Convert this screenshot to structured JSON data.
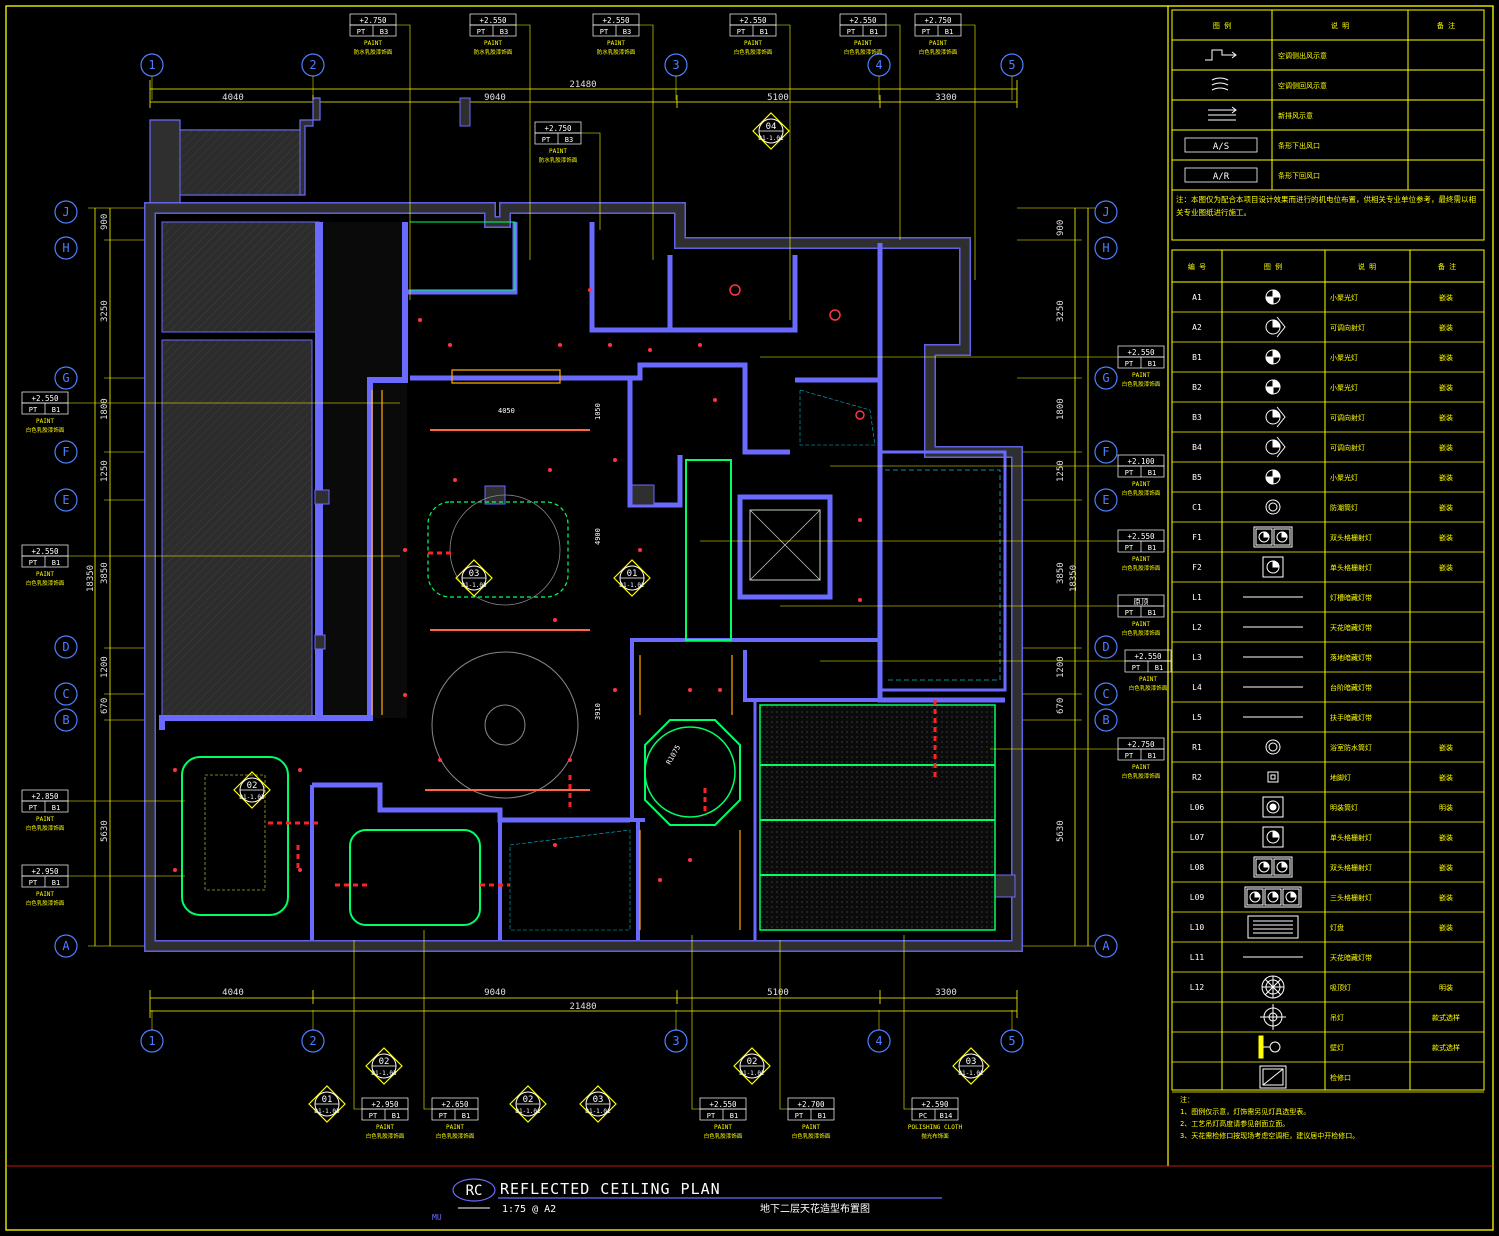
{
  "drawing": {
    "title": "REFLECTED CEILING PLAN",
    "title_code": "RC",
    "scale": "1:75 @ A2",
    "chinese_title": "地下二层天花造型布置图",
    "corner_mark": "MU",
    "overall_dimension": "21480",
    "bays_top": [
      "4040",
      "9040",
      "5100",
      "3300"
    ],
    "left_dims": [
      "900",
      "3250",
      "1800",
      "1250",
      "3850",
      "1200",
      "670",
      "5630"
    ],
    "total_vertical": "18350",
    "room_dims": [
      "4050",
      "1050",
      "4900",
      "3910",
      "R1075"
    ],
    "grid_numbers": [
      "1",
      "2",
      "3",
      "4",
      "5"
    ],
    "grid_letters": [
      "J",
      "H",
      "G",
      "F",
      "E",
      "D",
      "C",
      "B",
      "A"
    ],
    "section_marks": [
      {
        "no": "04",
        "ref": "D1-1.01"
      },
      {
        "no": "03",
        "ref": "D1-1.03"
      },
      {
        "no": "01",
        "ref": "D1-1.02"
      },
      {
        "no": "02",
        "ref": "D1-1.03"
      },
      {
        "no": "02",
        "ref": "D1-1.03"
      },
      {
        "no": "01",
        "ref": "D1-1.03"
      },
      {
        "no": "02",
        "ref": "D1-1.01"
      },
      {
        "no": "03",
        "ref": "D1-1.01"
      },
      {
        "no": "02",
        "ref": "D1-1.02"
      },
      {
        "no": "03",
        "ref": "D1-1.02"
      }
    ],
    "tags_top": [
      {
        "level": "+2.750",
        "code": "PT",
        "ref": "B3",
        "finish": "PAINT",
        "note": "防水乳胶漆饰面"
      },
      {
        "level": "+2.550",
        "code": "PT",
        "ref": "B3",
        "finish": "PAINT",
        "note": "防水乳胶漆饰面"
      },
      {
        "level": "+2.550",
        "code": "PT",
        "ref": "B3",
        "finish": "PAINT",
        "note": "防水乳胶漆饰面"
      },
      {
        "level": "+2.550",
        "code": "PT",
        "ref": "B1",
        "finish": "PAINT",
        "note": "白色乳胶漆饰面"
      },
      {
        "level": "+2.550",
        "code": "PT",
        "ref": "B1",
        "finish": "PAINT",
        "note": "白色乳胶漆饰面"
      },
      {
        "level": "+2.750",
        "code": "PT",
        "ref": "B1",
        "finish": "PAINT",
        "note": "白色乳胶漆饰面"
      }
    ],
    "tags_left": [
      {
        "level": "+2.550",
        "code": "PT",
        "ref": "B1",
        "finish": "PAINT",
        "note": "白色乳胶漆饰面"
      },
      {
        "level": "+2.550",
        "code": "PT",
        "ref": "B1",
        "finish": "PAINT",
        "note": "白色乳胶漆饰面"
      },
      {
        "level": "+2.850",
        "code": "PT",
        "ref": "B1",
        "finish": "PAINT",
        "note": "白色乳胶漆饰面"
      },
      {
        "level": "+2.950",
        "code": "PT",
        "ref": "B1",
        "finish": "PAINT",
        "note": "白色乳胶漆饰面"
      }
    ],
    "tags_right": [
      {
        "level": "+2.550",
        "code": "PT",
        "ref": "B1",
        "finish": "PAINT",
        "note": "白色乳胶漆饰面"
      },
      {
        "level": "+2.100",
        "code": "PT",
        "ref": "B1",
        "finish": "PAINT",
        "note": "白色乳胶漆饰面"
      },
      {
        "level": "+2.550",
        "code": "PT",
        "ref": "B1",
        "finish": "PAINT",
        "note": "白色乳胶漆饰面"
      },
      {
        "level": "原顶",
        "code": "PT",
        "ref": "B1",
        "finish": "PAINT",
        "note": "白色乳胶漆饰面"
      },
      {
        "level": "+2.550",
        "code": "PT",
        "ref": "B1",
        "finish": "PAINT",
        "note": "白色乳胶漆饰面"
      },
      {
        "level": "+2.750",
        "code": "PT",
        "ref": "B1",
        "finish": "PAINT",
        "note": "白色乳胶漆饰面"
      }
    ],
    "tags_bottom": [
      {
        "level": "+2.950",
        "code": "PT",
        "ref": "B1",
        "finish": "PAINT",
        "note": "白色乳胶漆饰面"
      },
      {
        "level": "+2.650",
        "code": "PT",
        "ref": "B1",
        "finish": "PAINT",
        "note": "白色乳胶漆饰面"
      },
      {
        "level": "+2.550",
        "code": "PT",
        "ref": "B1",
        "finish": "PAINT",
        "note": "白色乳胶漆饰面"
      },
      {
        "level": "+2.700",
        "code": "PT",
        "ref": "B1",
        "finish": "PAINT",
        "note": "白色乳胶漆饰面"
      },
      {
        "level": "+2.590",
        "code": "PC",
        "ref": "B14",
        "finish": "POLISHING CLOTH",
        "note": "抛光布饰面"
      }
    ]
  },
  "legend_top": {
    "headers": [
      "图 例",
      "说 明",
      "备 注"
    ],
    "rows": [
      {
        "label": "空调侧出风示意"
      },
      {
        "label": "空调侧回风示意"
      },
      {
        "label": "新排风示意"
      },
      {
        "symbol": "A/S",
        "label": "条形下出风口"
      },
      {
        "symbol": "A/R",
        "label": "条形下回风口"
      }
    ],
    "note": "注：本图仅为配合本项目设计效果而进行的机电位布置，供相关专业单位参考，最终需以相关专业图纸进行施工。"
  },
  "legend_lights": {
    "headers": [
      "编 号",
      "图 例",
      "说 明",
      "备 注"
    ],
    "rows": [
      {
        "code": "A1",
        "icon": "downlight-icon",
        "desc": "小聚光灯",
        "remark": "嵌装"
      },
      {
        "code": "A2",
        "icon": "adjustable-downlight-icon",
        "desc": "可调向射灯",
        "remark": "嵌装"
      },
      {
        "code": "B1",
        "icon": "downlight-icon",
        "desc": "小聚光灯",
        "remark": "嵌装"
      },
      {
        "code": "B2",
        "icon": "downlight-icon",
        "desc": "小聚光灯",
        "remark": "嵌装"
      },
      {
        "code": "B3",
        "icon": "adjustable-downlight-icon",
        "desc": "可调向射灯",
        "remark": "嵌装"
      },
      {
        "code": "B4",
        "icon": "adjustable-downlight-icon",
        "desc": "可调向射灯",
        "remark": "嵌装"
      },
      {
        "code": "B5",
        "icon": "downlight-icon",
        "desc": "小聚光灯",
        "remark": "嵌装"
      },
      {
        "code": "C1",
        "icon": "round-light-icon",
        "desc": "防潮筒灯",
        "remark": "嵌装"
      },
      {
        "code": "F1",
        "icon": "double-grille-light-icon",
        "desc": "双头格栅射灯",
        "remark": "嵌装"
      },
      {
        "code": "F2",
        "icon": "single-grille-light-icon",
        "desc": "单头格栅射灯",
        "remark": "嵌装"
      },
      {
        "code": "L1",
        "icon": "line-light-icon",
        "desc": "灯槽暗藏灯带",
        "remark": ""
      },
      {
        "code": "L2",
        "icon": "line-light-icon",
        "desc": "天花暗藏灯带",
        "remark": ""
      },
      {
        "code": "L3",
        "icon": "line-light-icon",
        "desc": "落地暗藏灯带",
        "remark": ""
      },
      {
        "code": "L4",
        "icon": "line-light-icon",
        "desc": "台阶暗藏灯带",
        "remark": ""
      },
      {
        "code": "L5",
        "icon": "line-light-icon",
        "desc": "扶手暗藏灯带",
        "remark": ""
      },
      {
        "code": "R1",
        "icon": "round-light-icon",
        "desc": "浴室防水筒灯",
        "remark": "嵌装"
      },
      {
        "code": "R2",
        "icon": "square-light-icon",
        "desc": "地脚灯",
        "remark": "嵌装"
      },
      {
        "code": "L06",
        "icon": "square-downlight-icon",
        "desc": "明装筒灯",
        "remark": "明装"
      },
      {
        "code": "L07",
        "icon": "single-grille-light-icon",
        "desc": "单头格栅射灯",
        "remark": "嵌装"
      },
      {
        "code": "L08",
        "icon": "double-grille-light-icon",
        "desc": "双头格栅射灯",
        "remark": "嵌装"
      },
      {
        "code": "L09",
        "icon": "triple-grille-light-icon",
        "desc": "三头格栅射灯",
        "remark": "嵌装"
      },
      {
        "code": "L10",
        "icon": "light-panel-icon",
        "desc": "灯盘",
        "remark": "嵌装"
      },
      {
        "code": "L11",
        "icon": "line-light-icon",
        "desc": "天花暗藏灯带",
        "remark": ""
      },
      {
        "code": "L12",
        "icon": "ceiling-lamp-icon",
        "desc": "吸顶灯",
        "remark": "明装"
      },
      {
        "code": "",
        "icon": "chandelier-icon",
        "desc": "吊灯",
        "remark": "款式选样"
      },
      {
        "code": "",
        "icon": "wall-lamp-icon",
        "desc": "壁灯",
        "remark": "款式选样"
      },
      {
        "code": "",
        "icon": "access-panel-icon",
        "desc": "检修口",
        "remark": ""
      }
    ],
    "notes_title": "注：",
    "notes": [
      "1、图例仅示意，灯饰需另见灯具选型表。",
      "2、工艺吊灯高度请参见剖面立面。",
      "3、天花需检修口按现场考虑空调柜，建议居中开检修口。"
    ]
  },
  "colors": {
    "background": "#000000",
    "frame": "#ffff00",
    "wall": "#6a6aff",
    "hatch": "#2f2f2f",
    "ceiling_line": "#00ff66",
    "light": "#ff3344",
    "dimension": "#ffff00",
    "grid_bubble": "#4d7fff"
  }
}
